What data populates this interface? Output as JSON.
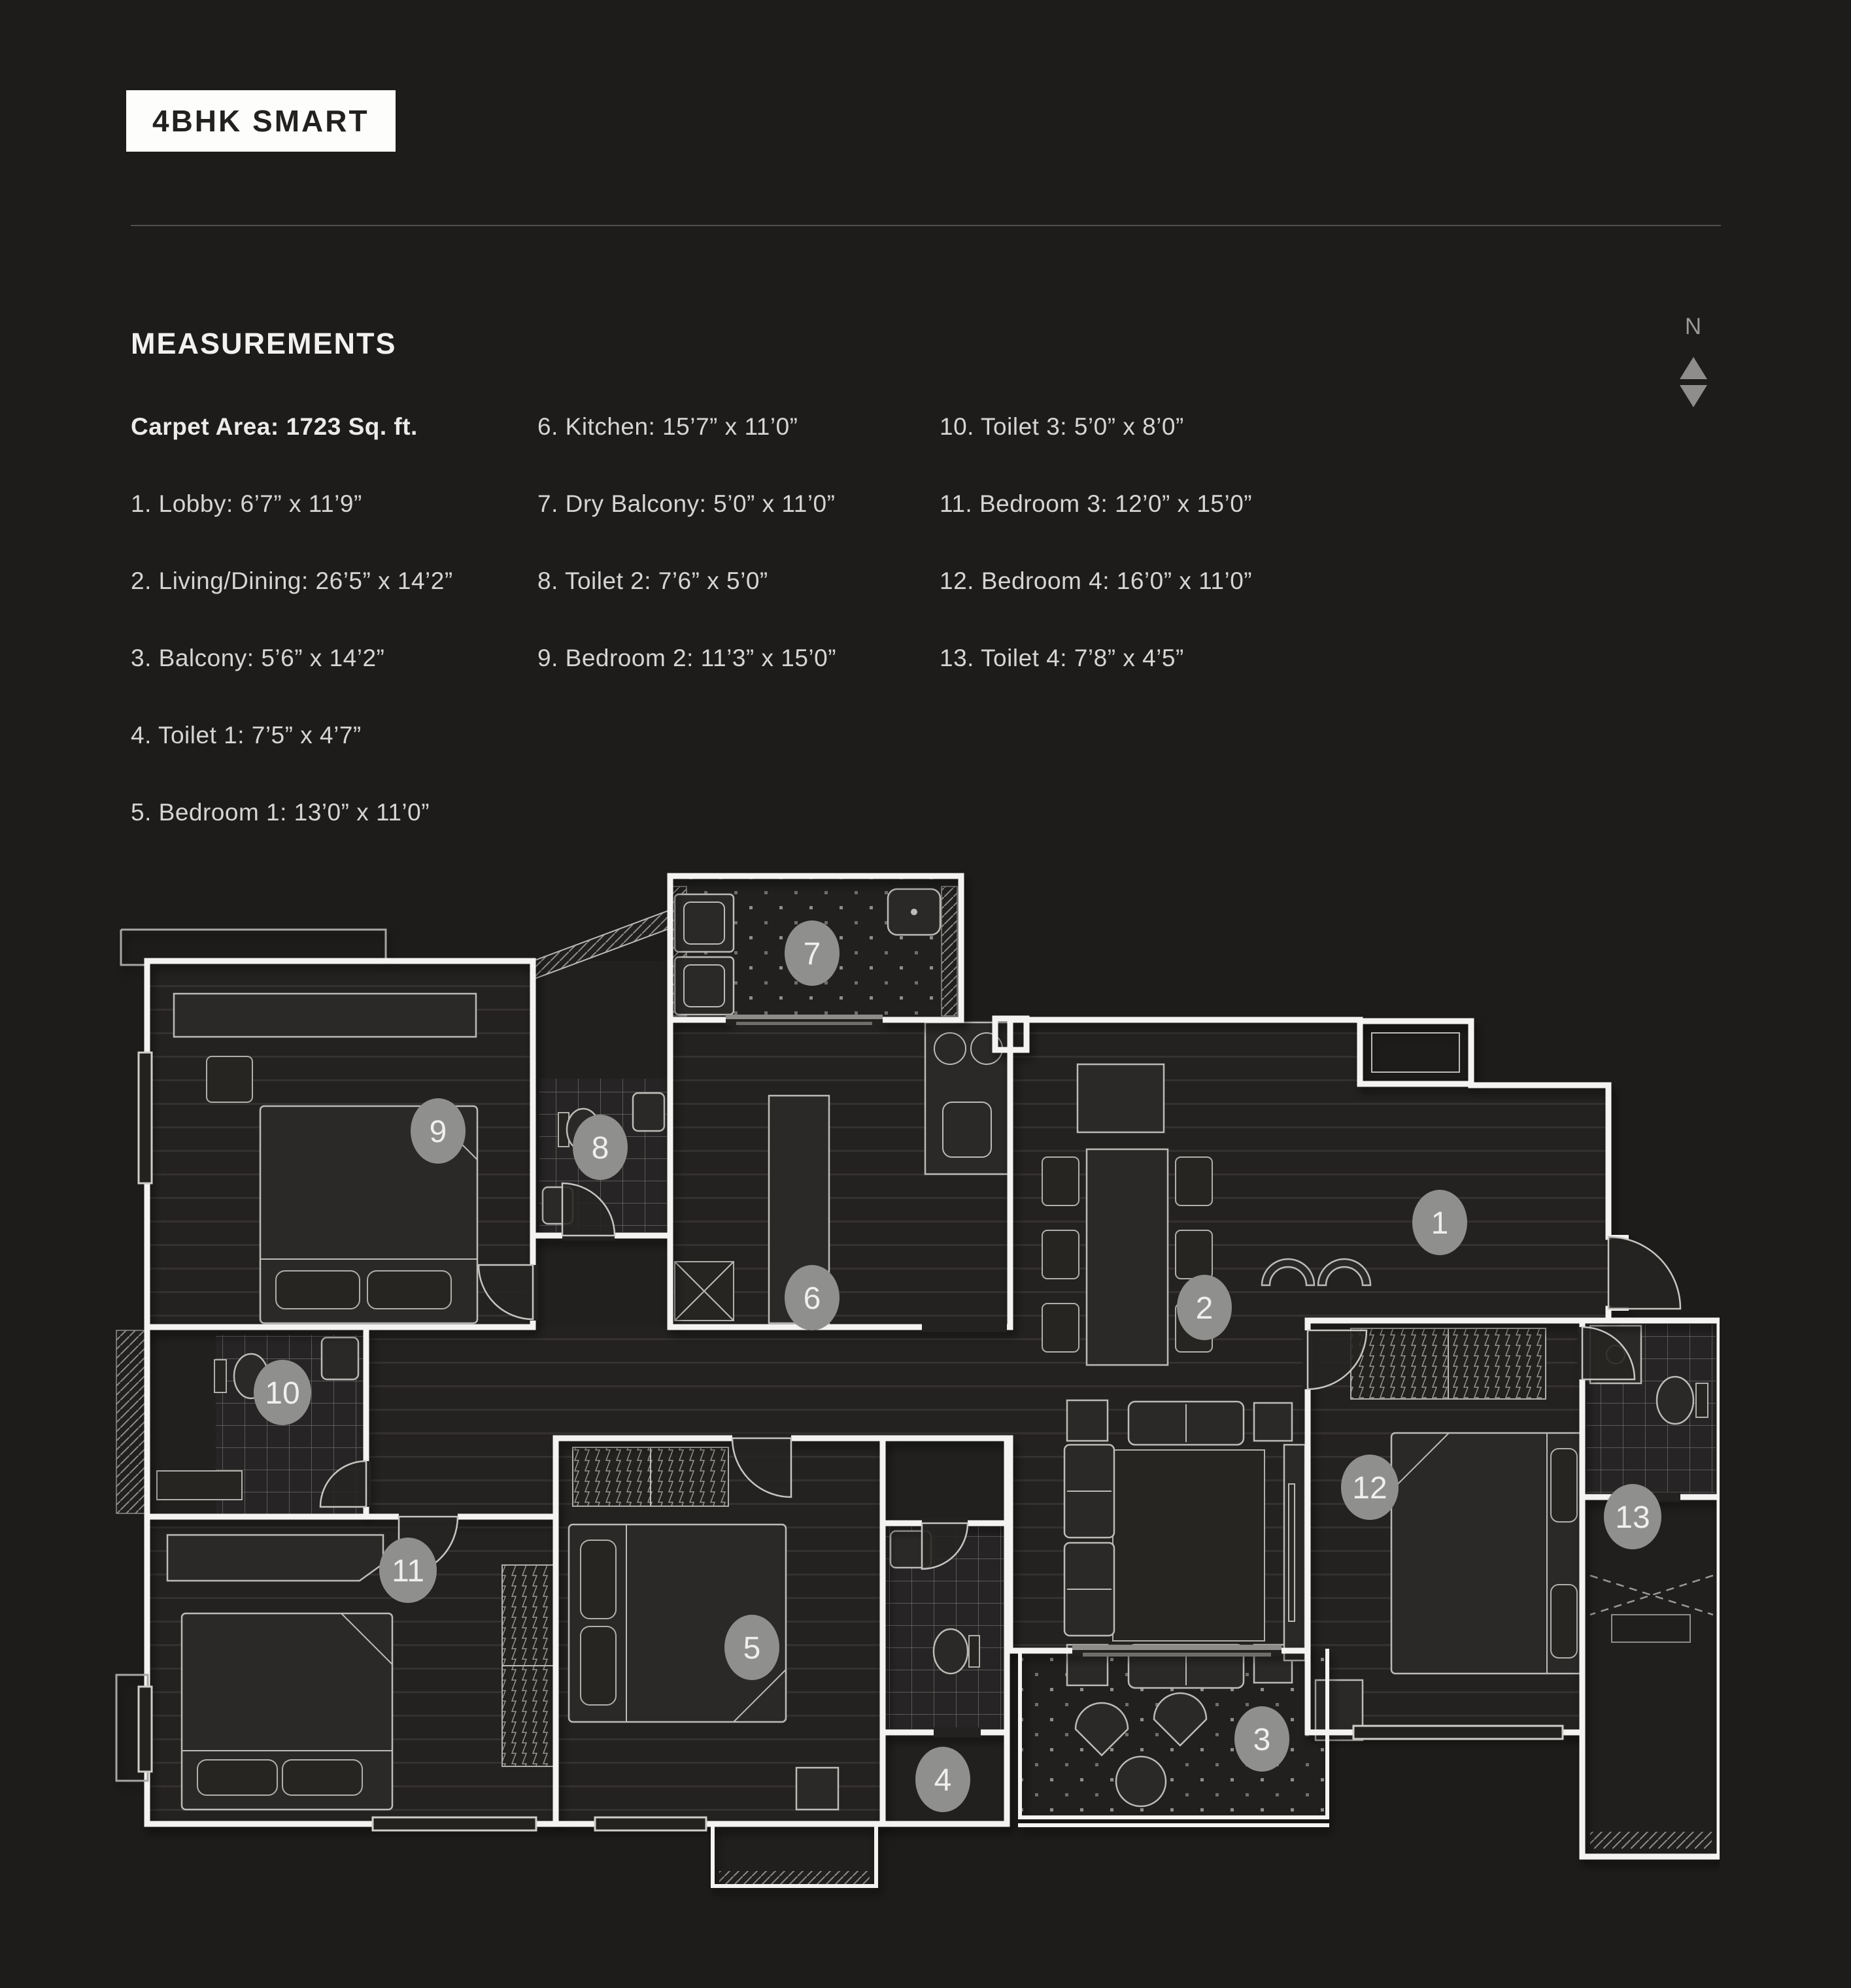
{
  "header": {
    "badge_label": "4BHK SMART"
  },
  "compass": {
    "north_label": "N"
  },
  "measurements": {
    "heading": "MEASUREMENTS",
    "columns": [
      {
        "items": [
          "Carpet Area: 1723 Sq. ft.",
          "1. Lobby: 6’7” x 11’9”",
          "2. Living/Dining: 26’5” x 14’2”",
          "3. Balcony: 5’6” x 14’2”",
          "4. Toilet 1: 7’5” x 4’7”",
          "5. Bedroom 1: 13’0” x 11’0”"
        ]
      },
      {
        "items": [
          "6. Kitchen: 15’7” x 11’0”",
          "7. Dry Balcony: 5’0” x 11’0”",
          "8. Toilet 2: 7’6” x 5’0”",
          "9. Bedroom 2: 11’3” x 15’0”"
        ]
      },
      {
        "items": [
          "10. Toilet 3: 5’0” x 8’0”",
          "11. Bedroom 3: 12’0” x 15’0”",
          "12. Bedroom 4: 16’0” x 11’0”",
          "13. Toilet 4: 7’8” x 4’5”"
        ]
      }
    ]
  },
  "floorplan": {
    "marker_labels": [
      "1",
      "2",
      "3",
      "4",
      "5",
      "6",
      "7",
      "8",
      "9",
      "10",
      "11",
      "12",
      "13"
    ],
    "colors": {
      "wall": "#f4f3f1",
      "floor": "#242221",
      "marker": "#8f8f8d",
      "background": "#1d1c1b"
    }
  }
}
